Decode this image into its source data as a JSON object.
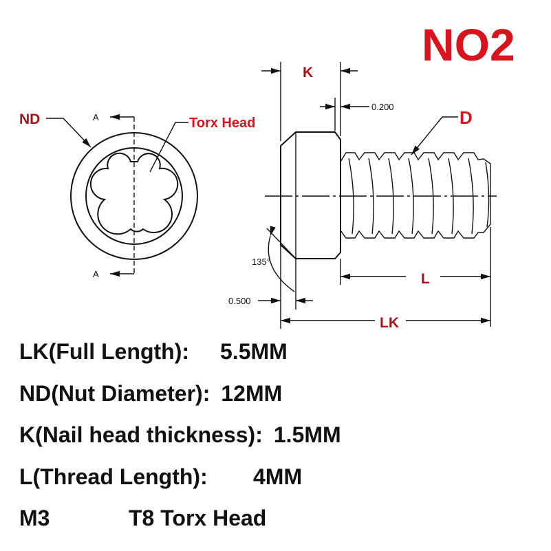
{
  "title": "NO2",
  "diagram": {
    "nd_label": "ND",
    "torx_label": "Torx Head",
    "section_a_top": "A",
    "section_a_bottom": "A",
    "k_label": "K",
    "d_label": "D",
    "l_label": "L",
    "lk_label": "LK",
    "dim_0200": "0.200",
    "dim_0500": "0.500",
    "angle": "135°"
  },
  "specs": [
    {
      "label": "LK(Full Length):",
      "value": "5.5MM"
    },
    {
      "label": "ND(Nut Diameter):",
      "value": "12MM"
    },
    {
      "label": "K(Nail head thickness):",
      "value": "1.5MM"
    },
    {
      "label": "L(Thread Length):",
      "value": "4MM"
    },
    {
      "label": "M3",
      "value": "T8 Torx Head"
    }
  ],
  "colors": {
    "red": "#d8141e",
    "dark_red": "#a3151b"
  }
}
